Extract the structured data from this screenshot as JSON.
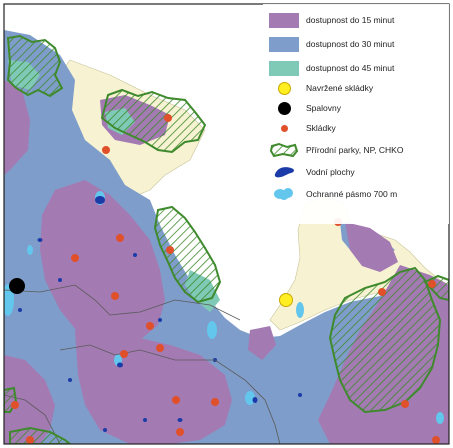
{
  "legend": {
    "items": [
      {
        "label": "dostupnost do 15 minut",
        "color": "#a47ab3",
        "symbol": "fill"
      },
      {
        "label": "dostupnost do 30 minut",
        "color": "#7f9dca",
        "symbol": "fill"
      },
      {
        "label": "dostupnost do 45 minut",
        "color": "#7fcab7",
        "symbol": "fill"
      },
      {
        "label": "Navržené skládky",
        "color": "#ffee22",
        "symbol": "yellow-circle"
      },
      {
        "label": "Spalovny",
        "color": "#000000",
        "symbol": "black-circle"
      },
      {
        "label": "Skládky",
        "color": "#e0502a",
        "symbol": "orange-dot"
      },
      {
        "label": "Přírodní parky, NP, CHKO",
        "color": "#3e8a2c",
        "symbol": "hatched-polygon"
      },
      {
        "label": "Vodní plochy",
        "color": "#1b3ca8",
        "symbol": "water-blob"
      },
      {
        "label": "Ochranné pásmo 700 m",
        "color": "#63c6ec",
        "symbol": "buffer-blob"
      }
    ]
  },
  "colors": {
    "background": "#ffffff",
    "light_zone": "#f7f3d2",
    "border_line": "#5a5a5a",
    "frame": "#222222"
  }
}
